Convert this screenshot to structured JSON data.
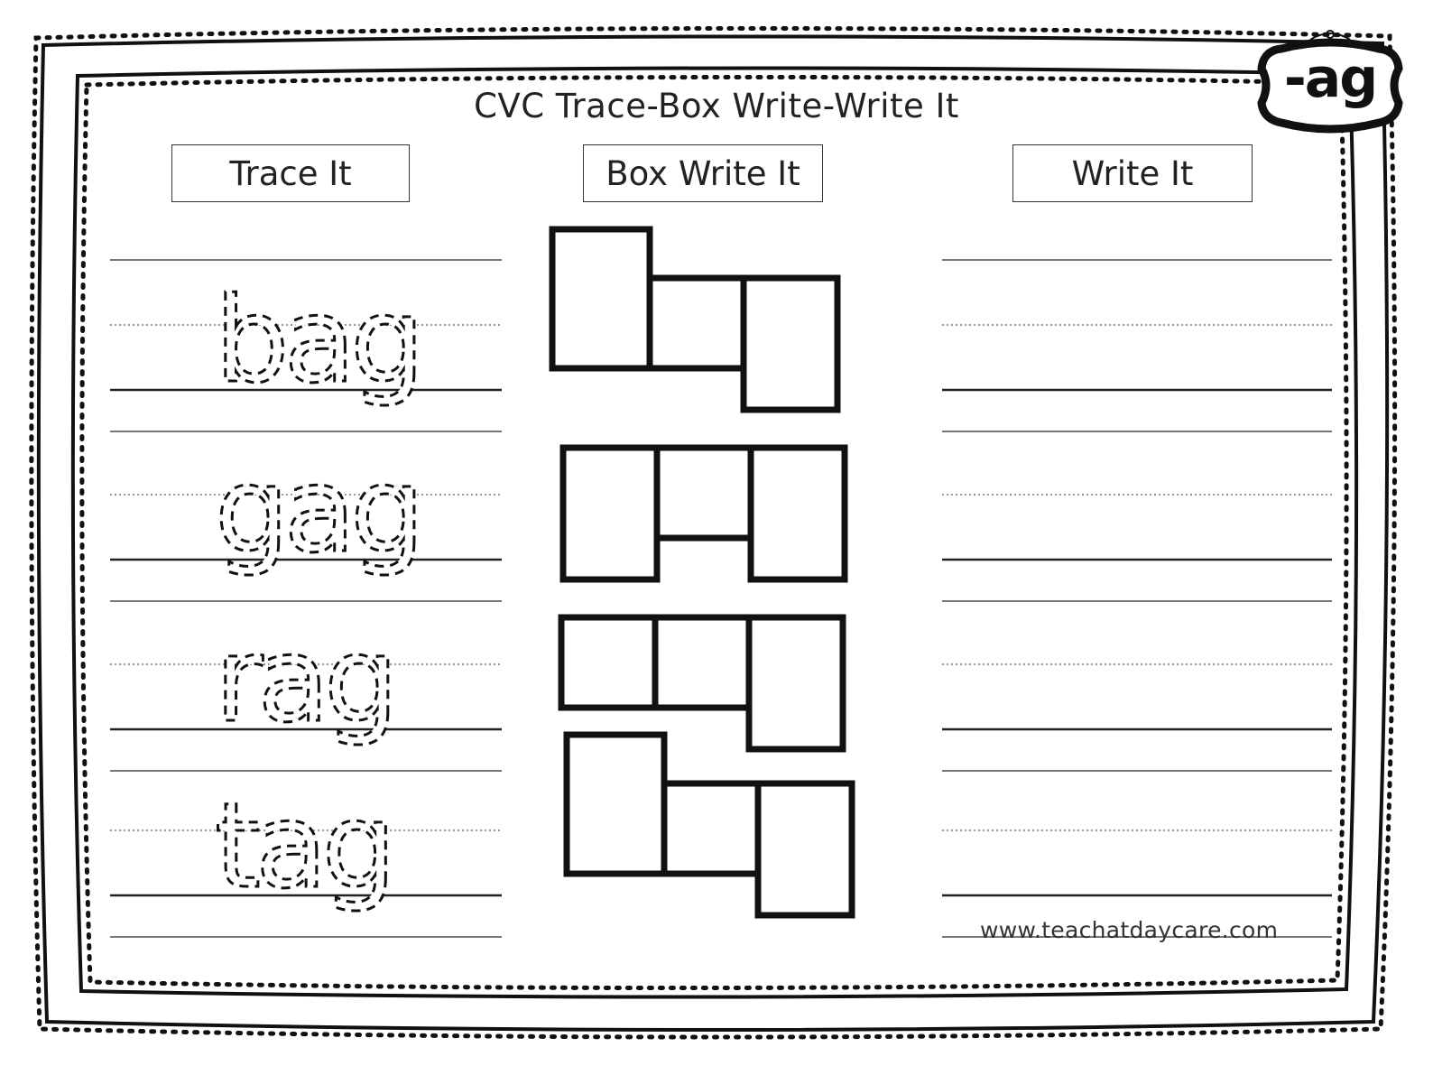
{
  "title": "CVC Trace-Box Write-Write It",
  "tag": "-ag",
  "columns": {
    "trace": "Trace It",
    "box": "Box Write It",
    "write": "Write It"
  },
  "words": [
    "bag",
    "gag",
    "rag",
    "tag"
  ],
  "website": "www.teachatdaycare.com"
}
